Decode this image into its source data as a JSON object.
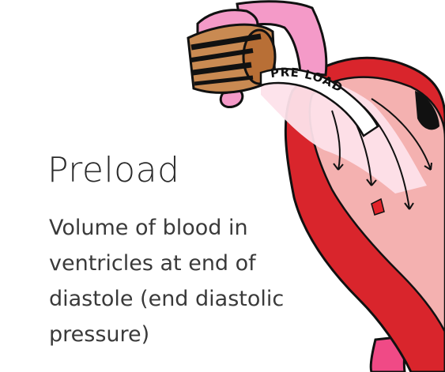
{
  "heading": "Preload",
  "description_lines": [
    "Volume of blood in",
    "ventricles at end of",
    "diastole (end diastolic",
    "pressure)"
  ],
  "illustration": {
    "cup_label": "PRE LOAD",
    "colors": {
      "heart_outer": "#d9252c",
      "heart_inner": "#f4b1b0",
      "arm": "#f49ac8",
      "cup": "#c98a52",
      "stripe": "#1a1a1a",
      "outline": "#111111"
    }
  }
}
